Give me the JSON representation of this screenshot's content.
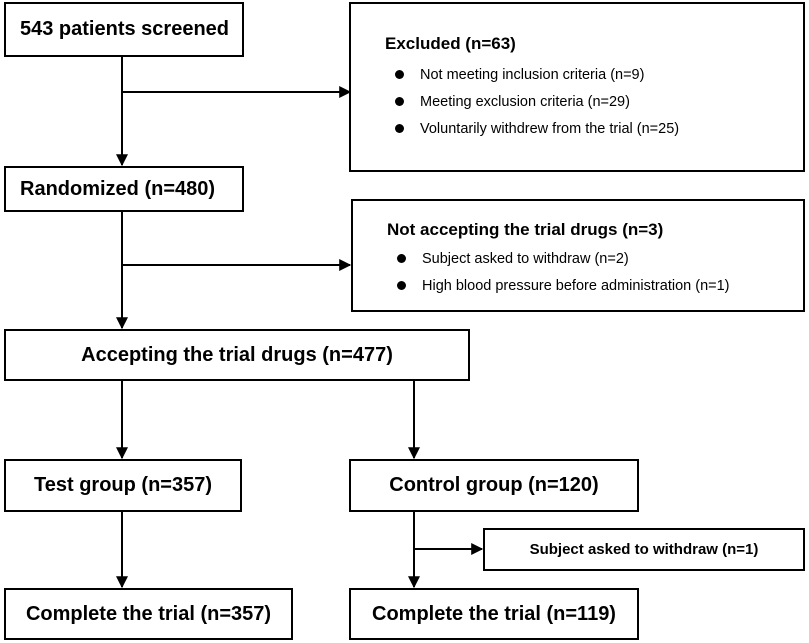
{
  "flow": {
    "screened": "543 patients screened",
    "excluded": {
      "title": "Excluded (n=63)",
      "items": [
        "Not meeting inclusion criteria (n=9)",
        "Meeting exclusion criteria (n=29)",
        "Voluntarily withdrew from the trial (n=25)"
      ]
    },
    "randomized": "Randomized (n=480)",
    "not_accepting": {
      "title": "Not accepting the trial drugs (n=3)",
      "items": [
        "Subject asked to withdraw (n=2)",
        "High blood pressure before administration (n=1)"
      ]
    },
    "accepting": "Accepting the trial drugs (n=477)",
    "test_group": "Test group (n=357)",
    "control_group": "Control group (n=120)",
    "control_withdraw": "Subject asked to withdraw (n=1)",
    "test_complete": "Complete the trial (n=357)",
    "control_complete": "Complete the trial (n=119)"
  },
  "colors": {
    "line": "#000000",
    "background": "#ffffff"
  }
}
